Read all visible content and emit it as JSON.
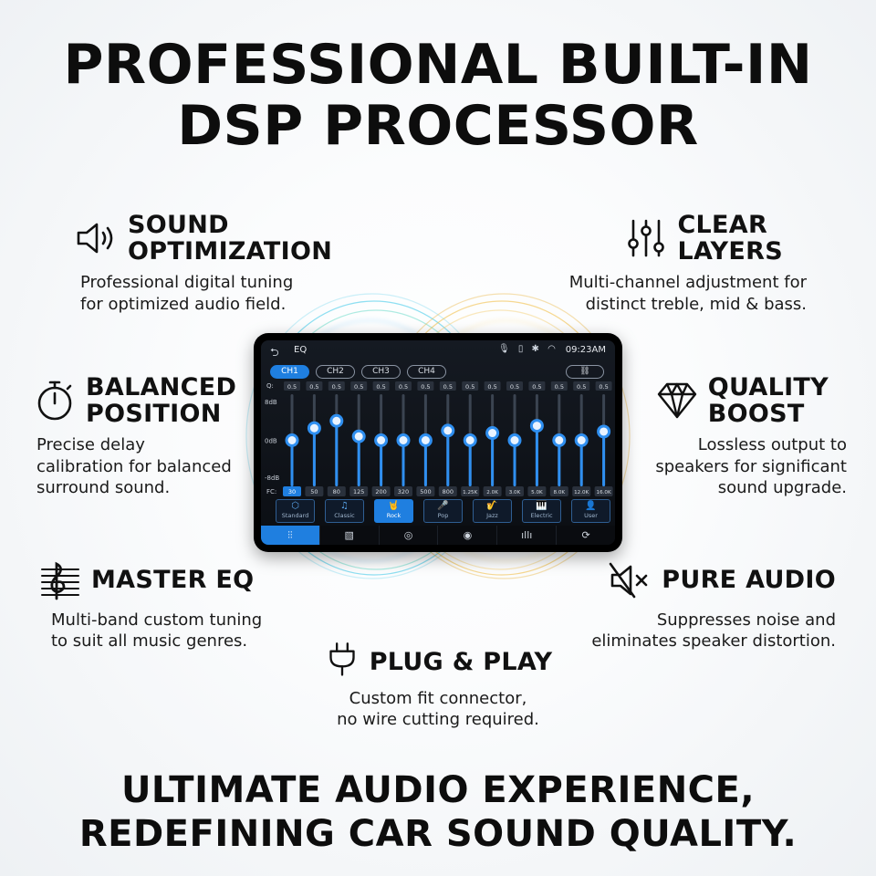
{
  "title": [
    "PROFESSIONAL BUILT-IN",
    "DSP PROCESSOR"
  ],
  "footer": [
    "ULTIMATE AUDIO EXPERIENCE,",
    "REDEFINING CAR SOUND QUALITY."
  ],
  "features": {
    "sound_optimization": {
      "icon": "speaker-icon",
      "title": [
        "SOUND",
        "OPTIMIZATION"
      ],
      "desc": "Professional digital tuning\nfor optimized audio field."
    },
    "clear_layers": {
      "icon": "sliders-icon",
      "title": [
        "CLEAR",
        "LAYERS"
      ],
      "desc": "Multi-channel adjustment for\ndistinct treble, mid & bass."
    },
    "balanced_position": {
      "icon": "stopwatch-icon",
      "title": [
        "BALANCED",
        "POSITION"
      ],
      "desc": "Precise delay\ncalibration for balanced\nsurround sound."
    },
    "quality_boost": {
      "icon": "diamond-icon",
      "title": [
        "QUALITY",
        "BOOST"
      ],
      "desc": "Lossless output to\nspeakers for significant\nsound upgrade."
    },
    "master_eq": {
      "icon": "music-staff-icon",
      "title": [
        "MASTER EQ"
      ],
      "desc": "Multi-band custom tuning\nto suit all music genres."
    },
    "pure_audio": {
      "icon": "mute-icon",
      "title": [
        "PURE AUDIO"
      ],
      "desc": "Suppresses noise and\neliminates speaker distortion."
    },
    "plug_play": {
      "icon": "plug-icon",
      "title": [
        "PLUG & PLAY"
      ],
      "desc": "Custom fit connector,\nno wire cutting required."
    }
  },
  "device": {
    "back_glyph": "⮌",
    "screen_label": "EQ",
    "status_icons": "🎙 ▯ ✱ ◠",
    "time": "09:23AM",
    "channels": [
      "CH1",
      "CH2",
      "CH3",
      "CH4"
    ],
    "active_channel": 0,
    "link_glyph": "⛓",
    "q_label": "Q:",
    "q_values": [
      "0.5",
      "0.5",
      "0.5",
      "0.5",
      "0.5",
      "0.5",
      "0.5",
      "0.5",
      "0.5",
      "0.5",
      "0.5",
      "0.5",
      "0.5",
      "0.5",
      "0.5"
    ],
    "db_labels": [
      "8dB",
      "0dB",
      "-8dB"
    ],
    "fc_label": "FC:",
    "bands": [
      "30",
      "50",
      "80",
      "125",
      "200",
      "320",
      "500",
      "800",
      "1.25K",
      "2.0K",
      "3.0K",
      "5.0K",
      "8.0K",
      "12.0K",
      "16.0K"
    ],
    "band_levels_db": [
      0,
      2.5,
      4,
      0.8,
      0,
      0,
      0,
      2,
      0,
      1.5,
      0,
      3,
      0,
      0,
      1.8
    ],
    "active_band": 0,
    "presets": [
      {
        "label": "Standard",
        "icon": "⬡"
      },
      {
        "label": "Classic",
        "icon": "♫"
      },
      {
        "label": "Rock",
        "icon": "🤘"
      },
      {
        "label": "Pop",
        "icon": "🎤"
      },
      {
        "label": "Jazz",
        "icon": "🎷"
      },
      {
        "label": "Electric",
        "icon": "🎹"
      },
      {
        "label": "User",
        "icon": "👤"
      }
    ],
    "active_preset": 2,
    "nav": [
      "⫶⫶",
      "▧",
      "◎",
      "◉",
      "ıllı",
      "⟳"
    ],
    "active_nav": 0,
    "accent": "#1f7fe0"
  }
}
